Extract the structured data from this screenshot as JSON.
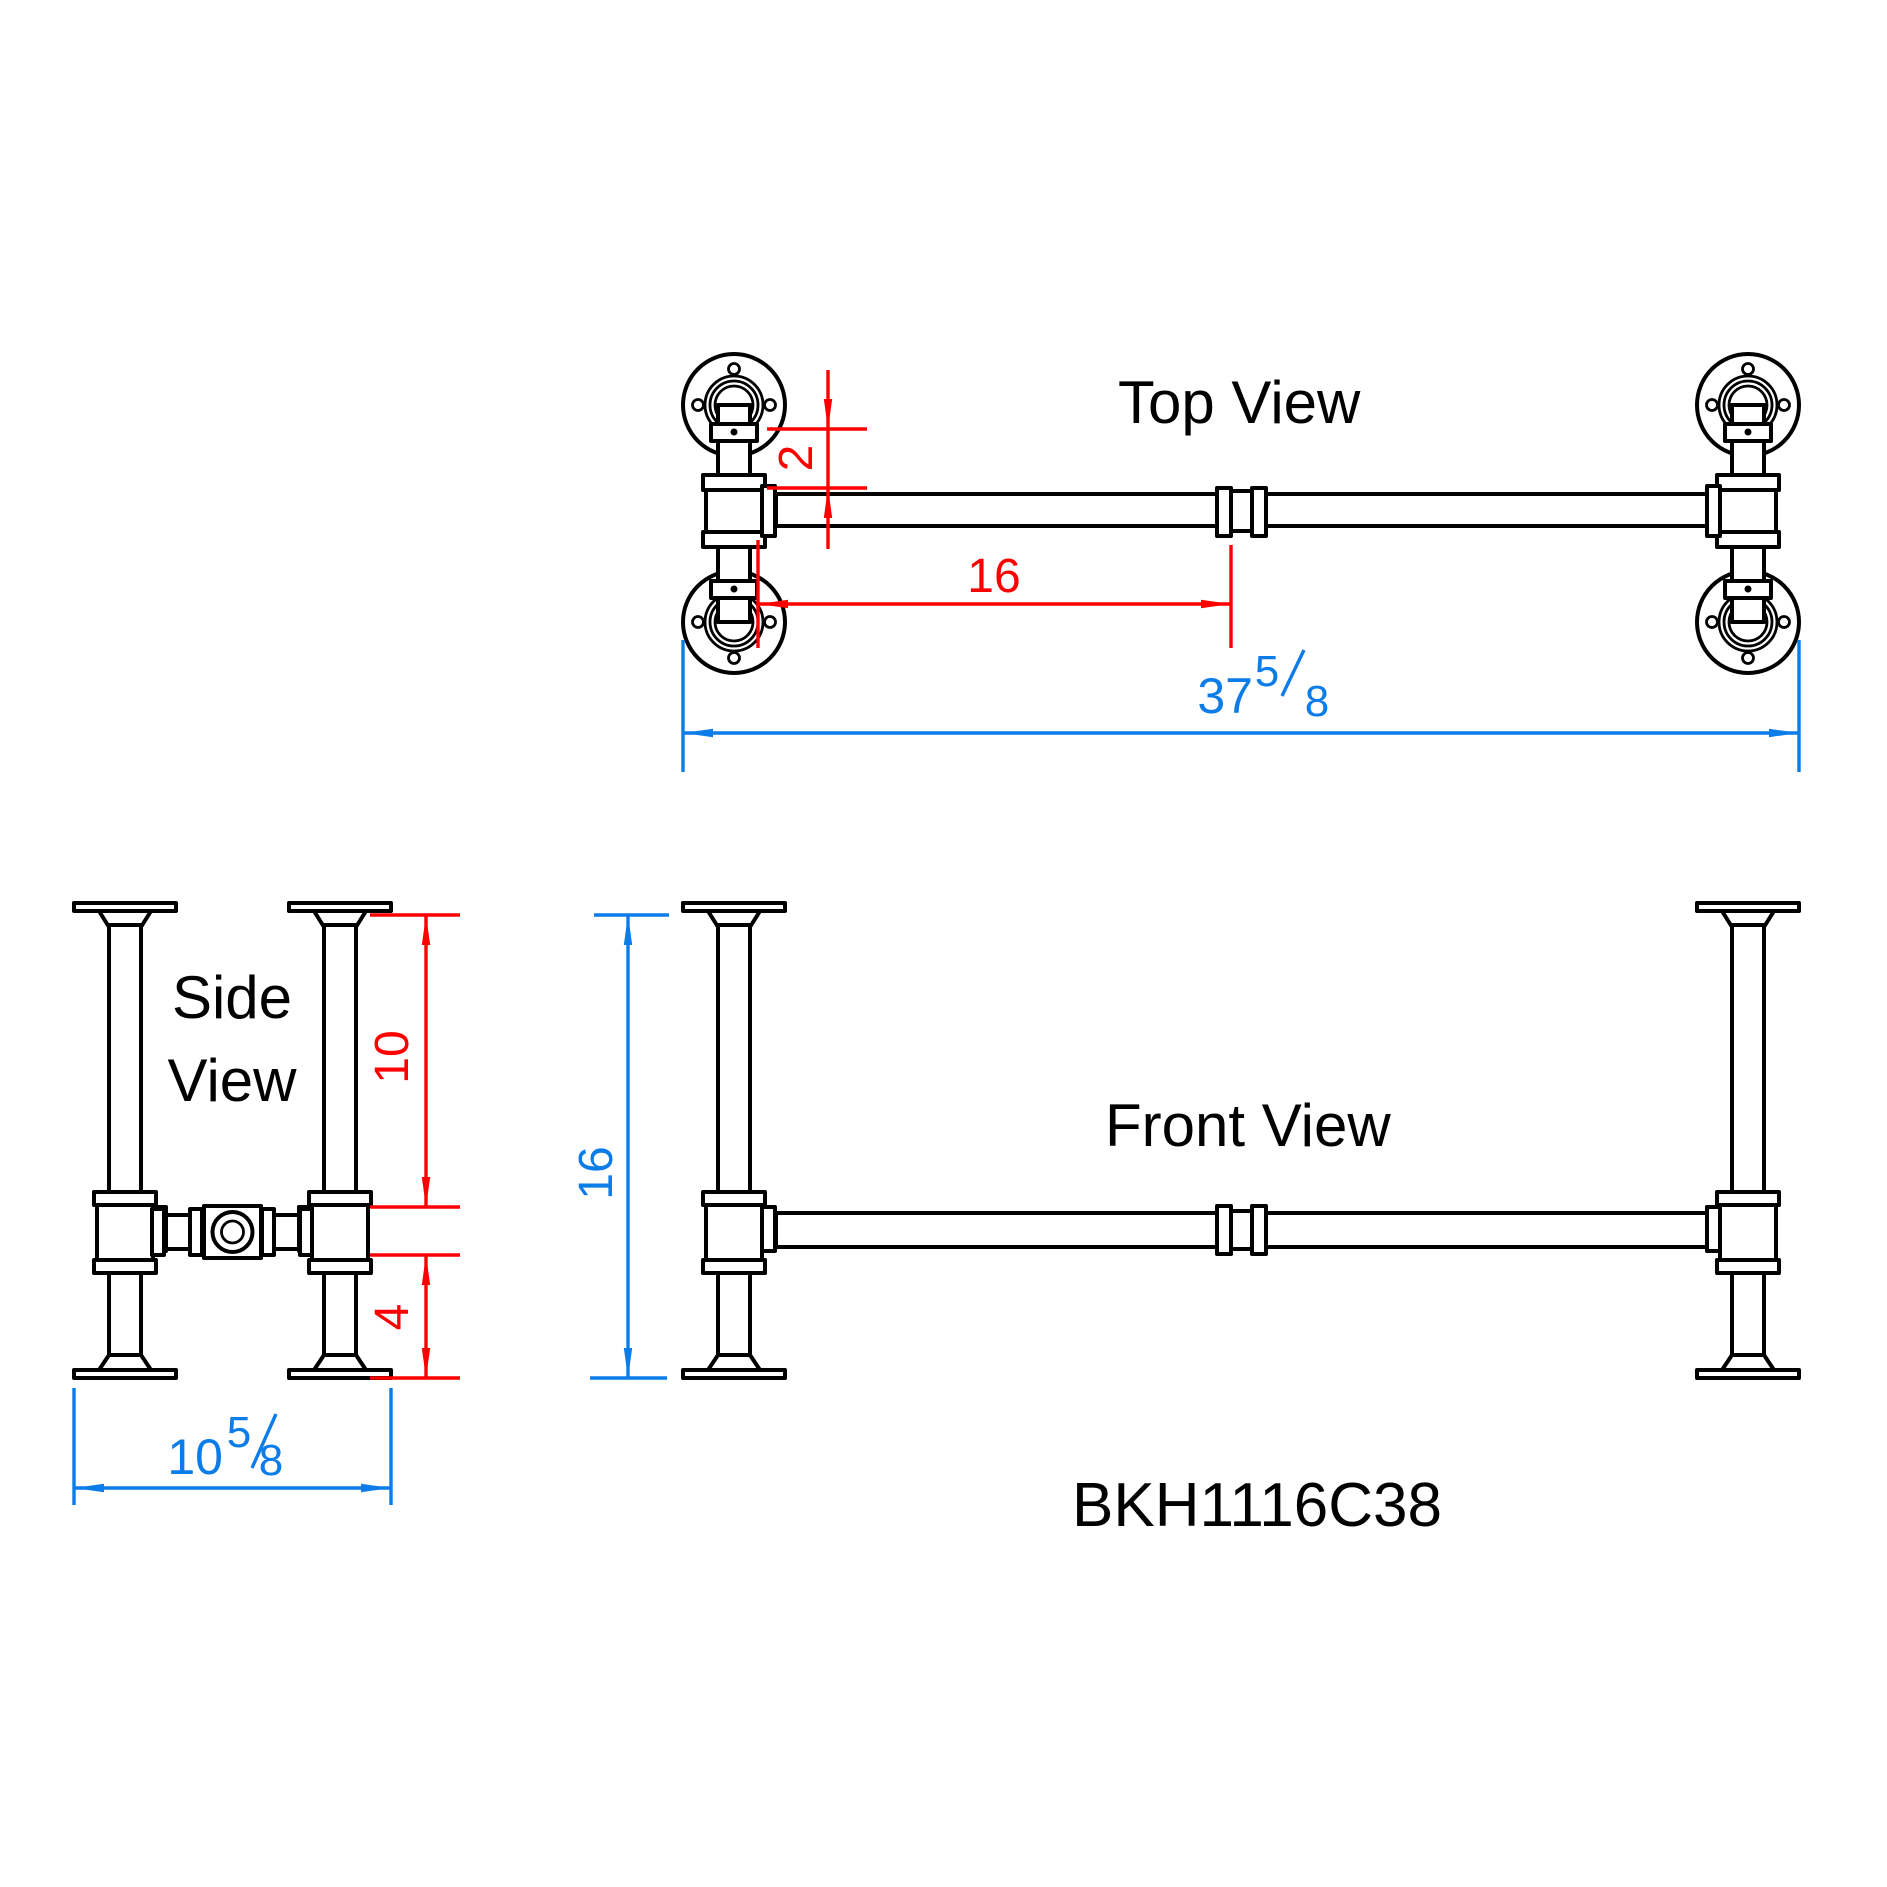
{
  "drawing": {
    "part_number": "BKH1116C38",
    "views": {
      "top": {
        "label": "Top View"
      },
      "side": {
        "label_line1": "Side",
        "label_line2": "View"
      },
      "front": {
        "label": "Front View"
      }
    },
    "dims": {
      "top_gap": "2",
      "top_center": "16",
      "overall_length": {
        "whole": "37",
        "numerator": "5",
        "denominator": "8"
      },
      "upper_height": "10",
      "lower_height": "4",
      "depth": {
        "whole": "10",
        "numerator": "5",
        "denominator": "8"
      },
      "height": "16"
    },
    "colors": {
      "geometry": "#000000",
      "dimension_red": "#ff0000",
      "dimension_blue": "#0c7ce9",
      "background": "#ffffff"
    }
  }
}
